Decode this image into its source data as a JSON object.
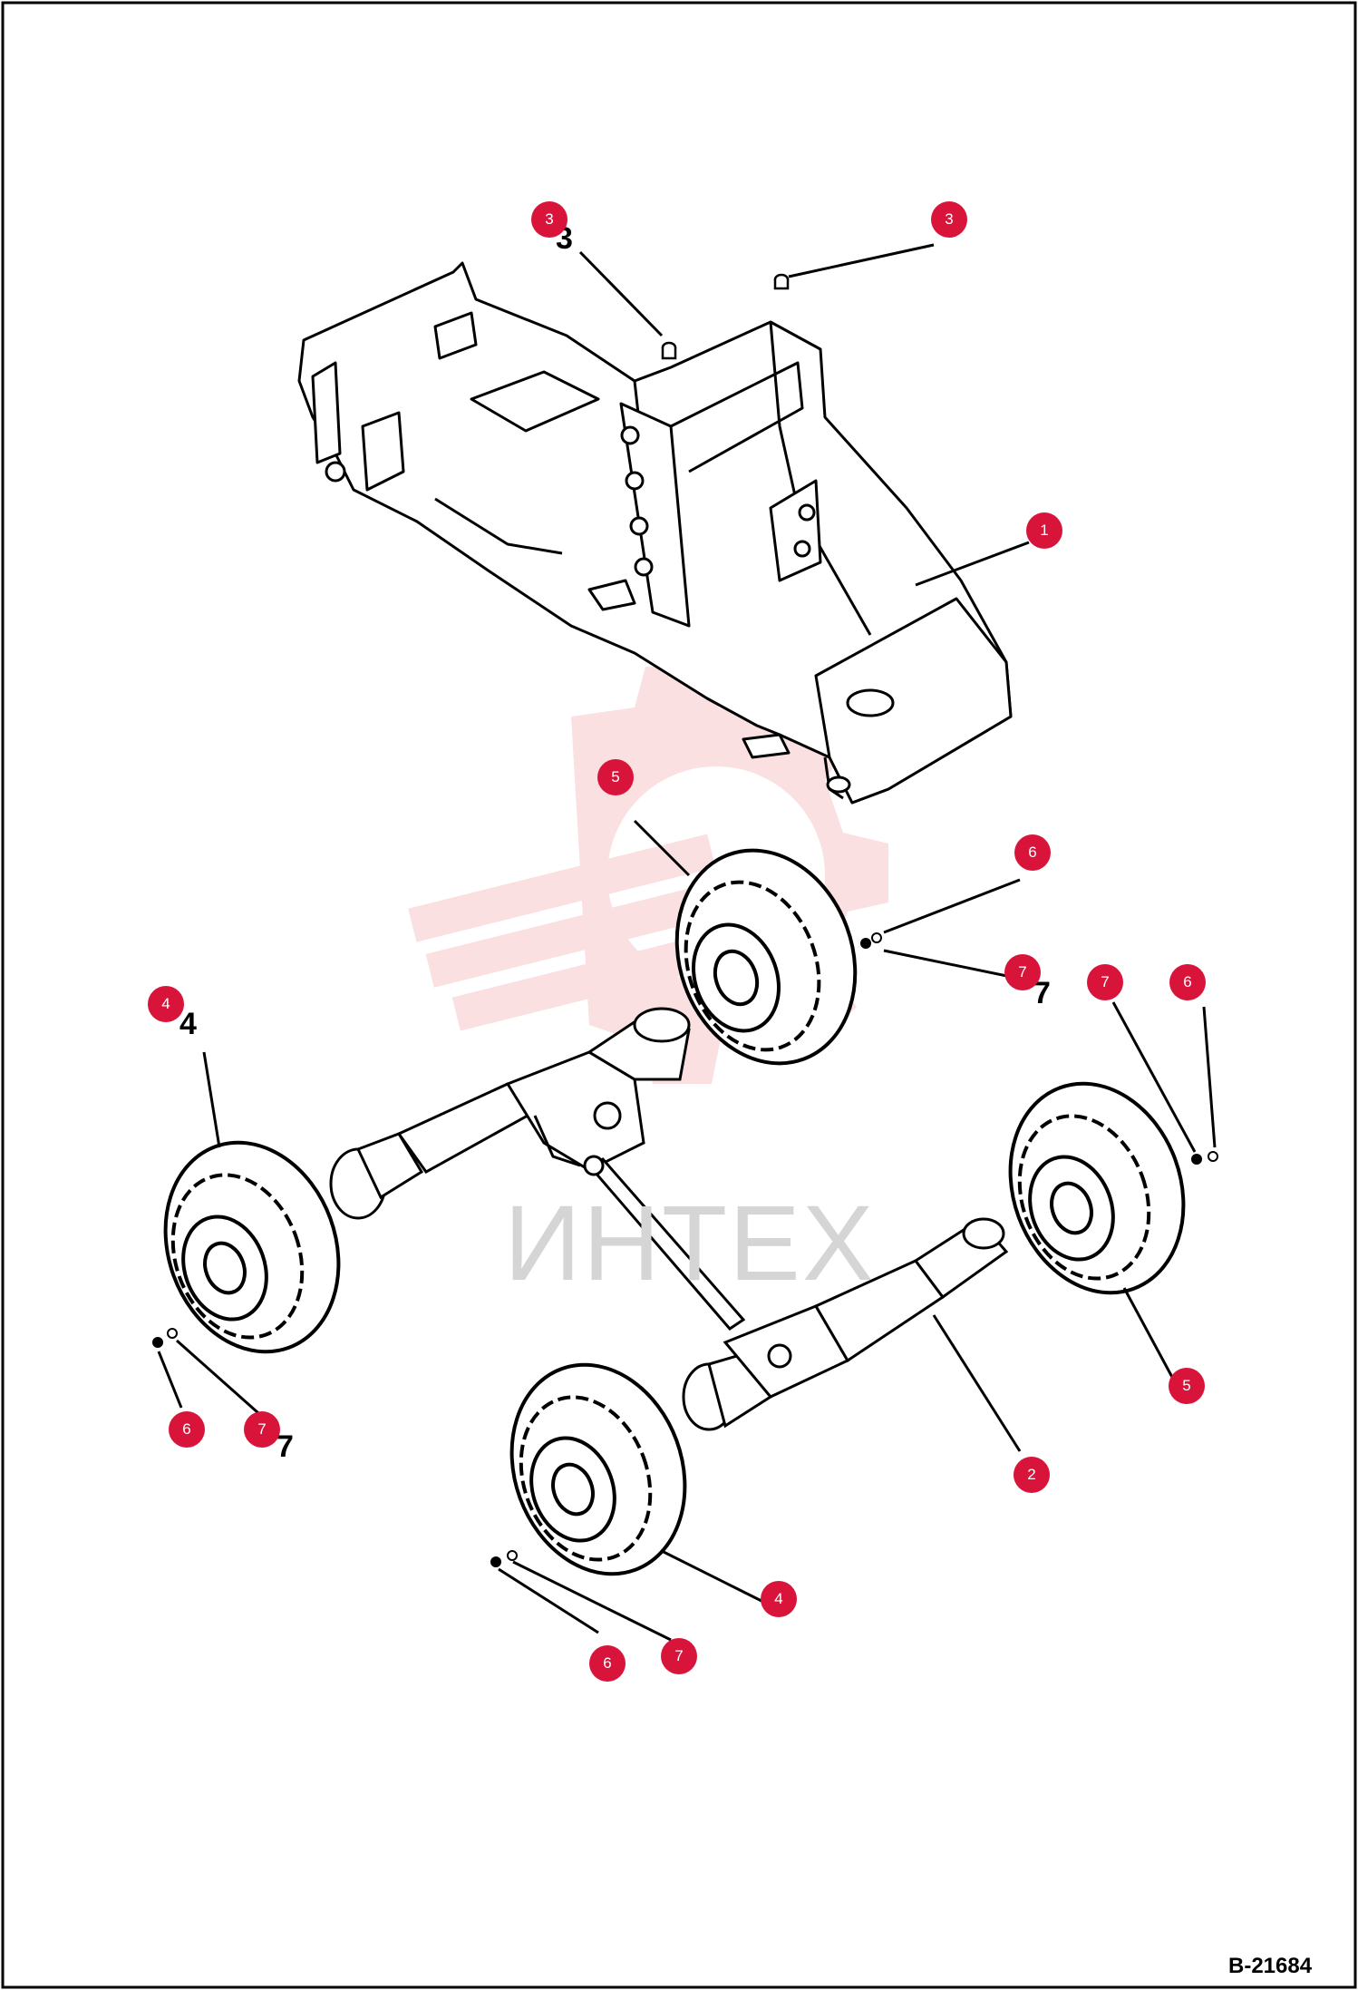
{
  "drawing": {
    "doc_code": "B-21684",
    "watermark_text": "ИНТЕХ",
    "callouts": [
      {
        "id": "3a",
        "label": "3"
      },
      {
        "id": "3b",
        "label": "3"
      },
      {
        "id": "1",
        "label": "1"
      },
      {
        "id": "5a",
        "label": "5"
      },
      {
        "id": "6a",
        "label": "6"
      },
      {
        "id": "7a",
        "label": "7"
      },
      {
        "id": "7b",
        "label": "7"
      },
      {
        "id": "6b",
        "label": "6"
      },
      {
        "id": "4a",
        "label": "4"
      },
      {
        "id": "5b",
        "label": "5"
      },
      {
        "id": "2",
        "label": "2"
      },
      {
        "id": "6c",
        "label": "6"
      },
      {
        "id": "7c",
        "label": "7"
      },
      {
        "id": "4b",
        "label": "4"
      },
      {
        "id": "7d",
        "label": "7"
      },
      {
        "id": "6d",
        "label": "6"
      }
    ],
    "ghost_numbers": [
      {
        "id": "g4",
        "label": "4"
      },
      {
        "id": "g7",
        "label": "7"
      },
      {
        "id": "g7b",
        "label": "7"
      },
      {
        "id": "g3",
        "label": "3"
      }
    ],
    "colors": {
      "callout": "#d9143a",
      "watermark": "#f4b7bd",
      "line": "#000000"
    }
  }
}
